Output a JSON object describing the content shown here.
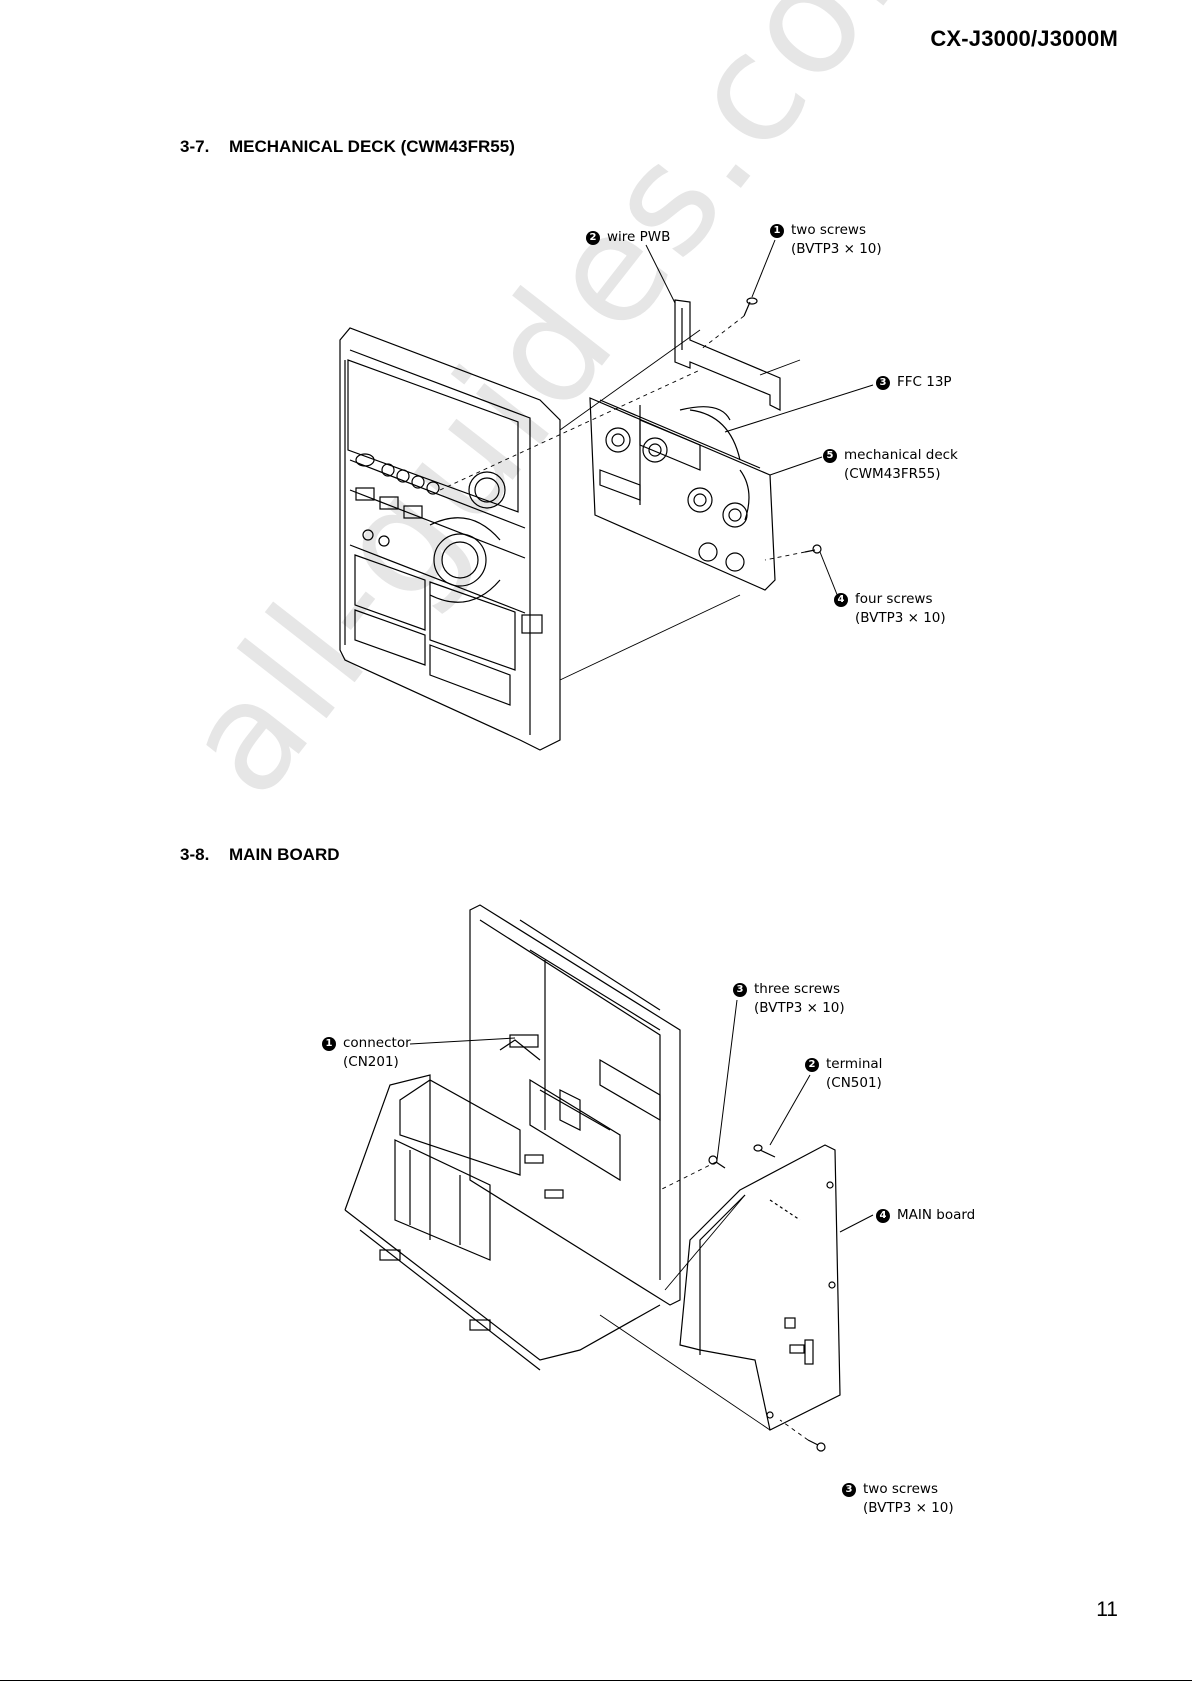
{
  "header": {
    "model": "CX-J3000/J3000M"
  },
  "watermark": "",
  "sections": [
    {
      "number": "3-7.",
      "title": "MECHANICAL DECK (CWM43FR55)",
      "callouts": [
        {
          "badge": "1",
          "label": "two screws",
          "sub": "(BVTP3 × 10)"
        },
        {
          "badge": "2",
          "label": "wire PWB",
          "sub": ""
        },
        {
          "badge": "3",
          "label": "FFC 13P",
          "sub": ""
        },
        {
          "badge": "4",
          "label": "four screws",
          "sub": "(BVTP3 × 10)"
        },
        {
          "badge": "5",
          "label": "mechanical deck",
          "sub": "(CWM43FR55)"
        }
      ]
    },
    {
      "number": "3-8.",
      "title": "MAIN BOARD",
      "callouts": [
        {
          "badge": "1",
          "label": "connector",
          "sub": "(CN201)"
        },
        {
          "badge": "2",
          "label": "terminal",
          "sub": "(CN501)"
        },
        {
          "badge": "3",
          "label": "three screws",
          "sub": "(BVTP3 × 10)"
        },
        {
          "badge": "3",
          "label": "two screws",
          "sub": "(BVTP3 × 10)"
        },
        {
          "badge": "4",
          "label": "MAIN board",
          "sub": ""
        }
      ]
    }
  ],
  "page_number": "11"
}
